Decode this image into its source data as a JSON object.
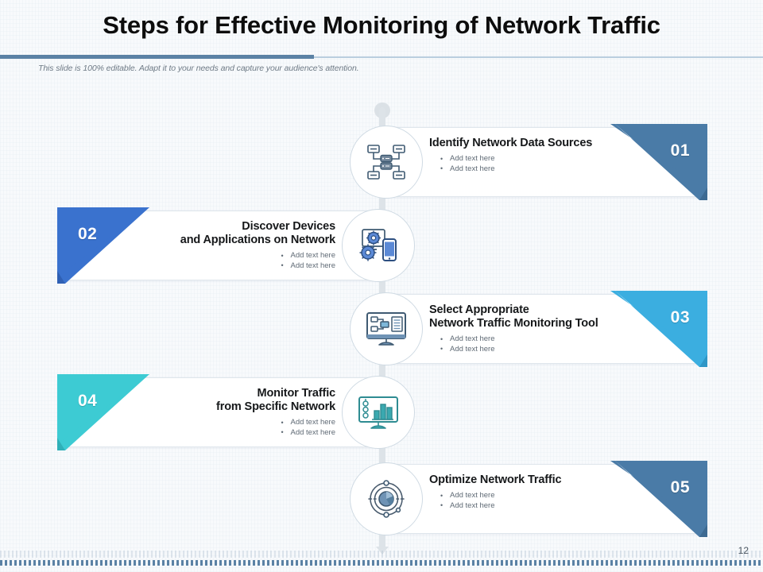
{
  "slide": {
    "title": "Steps for Effective Monitoring of Network Traffic",
    "subtitle": "This slide is 100% editable. Adapt it to your needs and capture your audience's attention.",
    "page_number": "12",
    "background_color": "#f7f9fb",
    "rule_color": "#5b82a5",
    "footer_dot_color": "#5b82a5"
  },
  "steps": [
    {
      "number": "01",
      "title_line1": "Identify Network Data Sources",
      "title_line2": "",
      "bullets": [
        "Add text here",
        "Add text here"
      ],
      "side": "right",
      "color": "#4a7ba7",
      "color_dark": "#3d6a92",
      "icon": "network-topology-icon"
    },
    {
      "number": "02",
      "title_line1": "Discover Devices",
      "title_line2": "and Applications on Network",
      "bullets": [
        "Add text here",
        "Add text here"
      ],
      "side": "left",
      "color": "#3a72ce",
      "color_dark": "#2f60b4",
      "icon": "devices-settings-icon"
    },
    {
      "number": "03",
      "title_line1": "Select Appropriate",
      "title_line2": "Network Traffic Monitoring Tool",
      "bullets": [
        "Add text here",
        "Add text here"
      ],
      "side": "right",
      "color": "#3baee0",
      "color_dark": "#2e96c6",
      "icon": "monitor-flowchart-icon"
    },
    {
      "number": "04",
      "title_line1": "Monitor Traffic",
      "title_line2": "from Specific Network",
      "bullets": [
        "Add text here",
        "Add text here"
      ],
      "side": "left",
      "color": "#3dcbd3",
      "color_dark": "#2fb0b8",
      "icon": "monitor-barchart-icon"
    },
    {
      "number": "05",
      "title_line1": "Optimize Network Traffic",
      "title_line2": "",
      "bullets": [
        "Add text here",
        "Add text here"
      ],
      "side": "right",
      "color": "#4a7ba7",
      "color_dark": "#3d6a92",
      "icon": "orbit-analytics-icon"
    }
  ]
}
